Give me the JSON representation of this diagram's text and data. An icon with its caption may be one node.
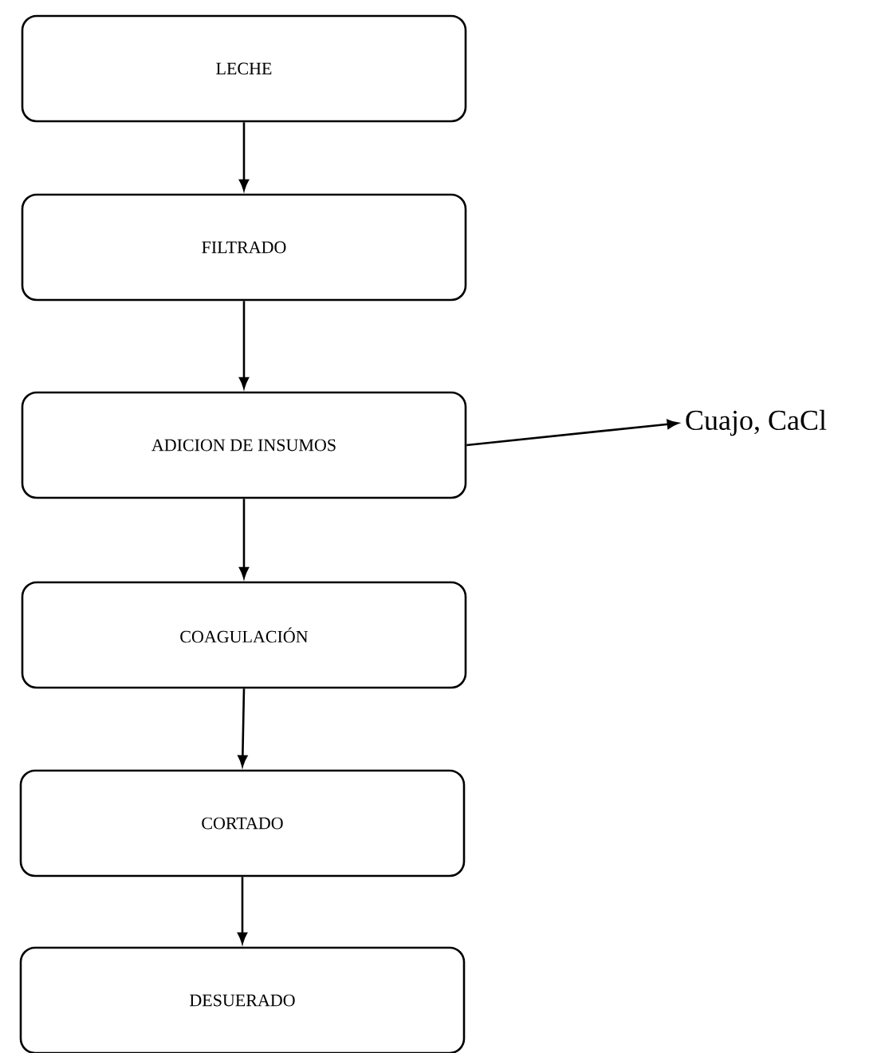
{
  "diagram": {
    "nodes": [
      {
        "text": [
          "LECHE"
        ]
      },
      {
        "text": [
          "FILTRADO"
        ]
      },
      {
        "text": [
          "ADICION DE INSUMOS"
        ]
      },
      {
        "text": [
          "Cuajo, CaCl"
        ]
      },
      {
        "text": [
          "COAGULACIÓN"
        ]
      },
      {
        "text": [
          "CORTADO"
        ]
      },
      {
        "text": [
          "DESUERADO"
        ]
      }
    ],
    "edges": [
      {
        "from": 0,
        "to": 1,
        "arrow": "to"
      },
      {
        "from": 1,
        "to": 2,
        "arrow": "to"
      },
      {
        "from": 2,
        "to": 3,
        "arrow": "to"
      },
      {
        "from": 2,
        "to": 4,
        "arrow": "to"
      },
      {
        "from": 4,
        "to": 5,
        "arrow": "to"
      },
      {
        "from": 5,
        "to": 6,
        "arrow": "to"
      }
    ]
  }
}
